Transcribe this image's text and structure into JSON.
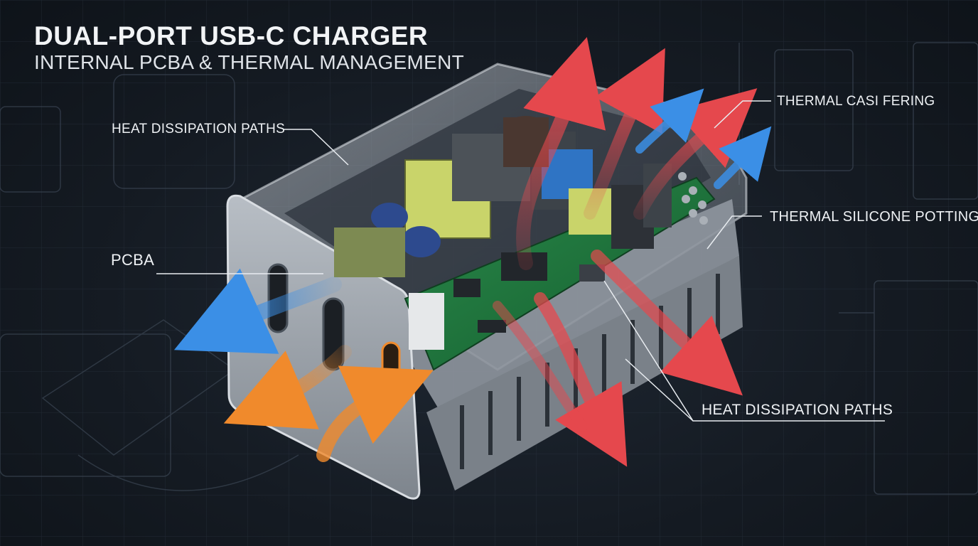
{
  "header": {
    "title": "DUAL-PORT USB-C CHARGER",
    "subtitle": "INTERNAL PCBA & THERMAL MANAGEMENT"
  },
  "callouts": {
    "heat_paths_top": "HEAT DISSIPATION PATHS",
    "pcba": "PCBA",
    "thermal_casing": "THERMAL CASI FERING",
    "silicone_potting": "THERMAL SILICONE POTTING",
    "heat_paths_bottom": "HEAT DISSIPATION PATHS"
  },
  "colors": {
    "background": "#151b23",
    "heat_arrow": "#e5484d",
    "cool_arrow": "#3b8fe6",
    "warm_arrow": "#f08a2c",
    "pcb_green": "#1f7a3e",
    "heatsink": "#9ba1a8"
  }
}
